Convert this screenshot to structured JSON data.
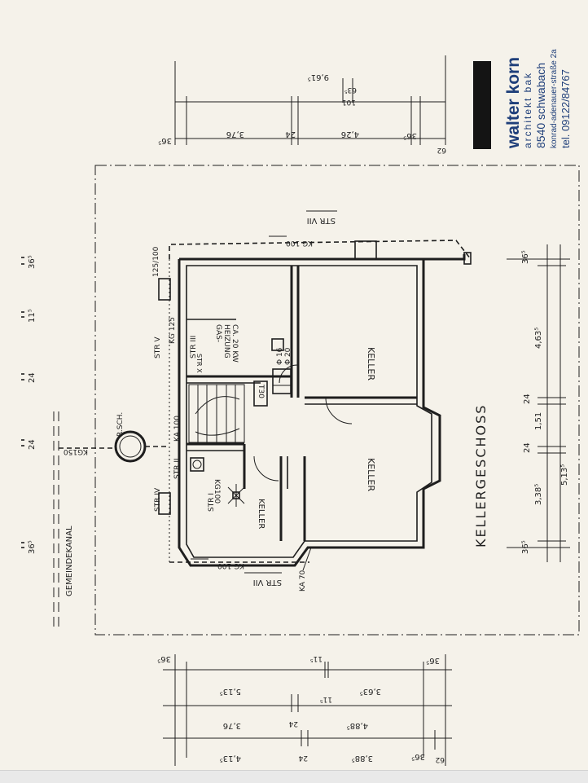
{
  "title_block": {
    "name": "walter korn",
    "profession": "architekt bak",
    "city": "8540 schwabach",
    "street": "konrad-adenauer-straße 2a",
    "phone": "tel. 09122/84767",
    "accent": "#1f3f7a"
  },
  "plan_title": "KELLERGESCHOSS",
  "rooms": {
    "upper_right": "KELLER",
    "lower_middle": "KELLER",
    "lower_left": "KELLER"
  },
  "equipment": {
    "heater_line1": "GAS-",
    "heater_line2": "HEIZUNG",
    "heater_line3": "CA. 20 KW",
    "flue_16": "Φ 16",
    "flue_20": "Φ 20",
    "door_t30": "T30",
    "shaft": "R.SCH."
  },
  "drainage": {
    "kanal": "GEMEINDEKANAL",
    "kg150": "KG150",
    "kg100_top": "KG 100",
    "kg100_bottom": "KG 100",
    "kg100_inner": "KG100",
    "kg125": "KG 125",
    "ka100": "KA 100",
    "ka70": "KA 70",
    "pipe_125_100": "125/100",
    "str_vii_top": "STR VII",
    "str_vii_bottom": "STR VII",
    "str_v": "STR V",
    "str_iii": "STR III",
    "str_ii": "STR II",
    "str_iv": "STR IV",
    "str_i": "STR I",
    "str_x": "STR X"
  },
  "dims_top": {
    "d365a": "36⁵",
    "d376": "3,76",
    "d24": "24",
    "d426": "4,26",
    "d365b": "36⁵",
    "d62": "62",
    "d9615": "9,61⁵",
    "d101": "101",
    "d635": "63⁵"
  },
  "dims_left": {
    "d365a": "36⁵",
    "d24a": "24",
    "d24b": "24",
    "d115": "11⁵",
    "d365b": "36⁵"
  },
  "dims_right": {
    "d365a": "36⁵",
    "d4635": "4,63⁵",
    "d24a": "24",
    "d151": "1,51",
    "d24b": "24",
    "d3385": "3,38⁵",
    "d5135": "5,13⁵",
    "d365b": "36⁵"
  },
  "dims_bottom": {
    "d365a": "36⁵",
    "d5135": "5,13⁵",
    "d3635": "3,63⁵",
    "d115a": "11⁵",
    "d115b": "11⁵",
    "d376": "3,76",
    "d24a": "24",
    "d4885": "4,88⁵",
    "d4135": "4,13⁵",
    "d24b": "24",
    "d3885": "3,88⁵",
    "d365b": "36⁵",
    "d365c": "36⁵",
    "d62": "62"
  }
}
